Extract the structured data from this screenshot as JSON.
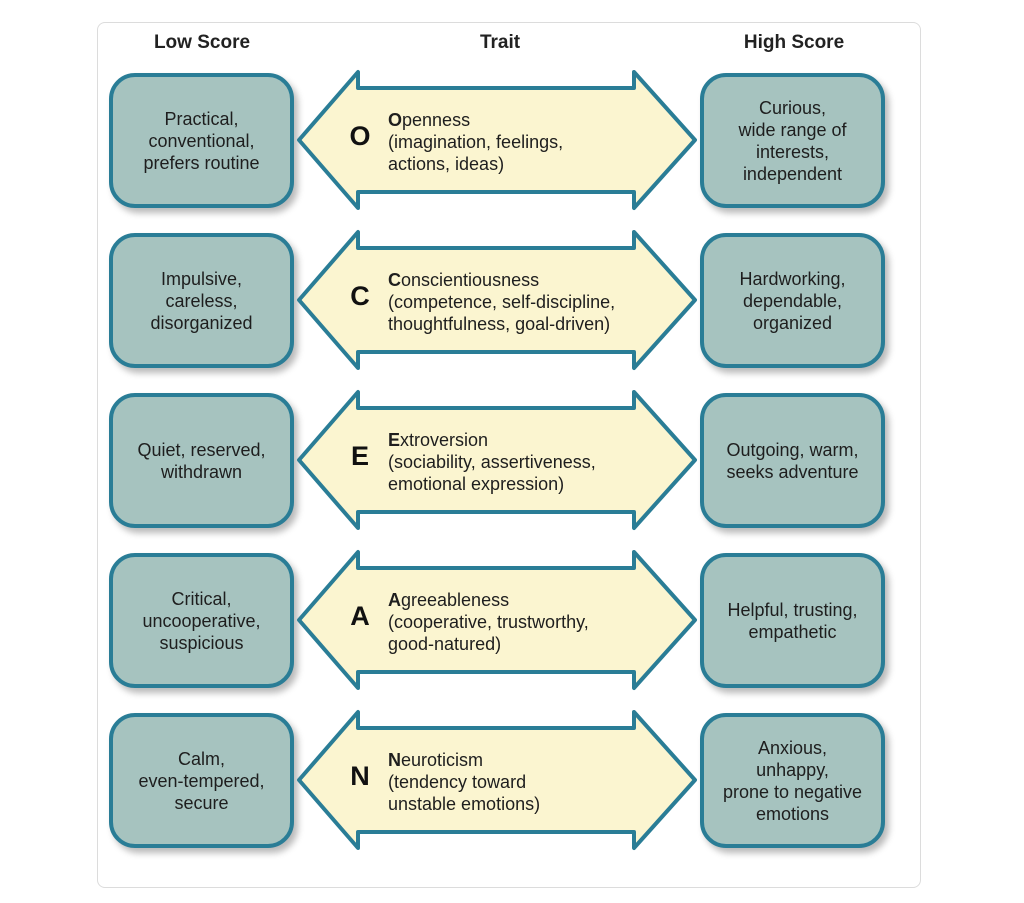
{
  "headers": {
    "low": "Low Score",
    "trait": "Trait",
    "high": "High Score"
  },
  "colors": {
    "box_fill": "#a6c3bf",
    "box_border": "#2a7d96",
    "arrow_fill": "#fbf5d0",
    "arrow_border": "#2a7d96"
  },
  "traits": [
    {
      "letter": "O",
      "name_first": "O",
      "name_rest": "penness",
      "description": "(imagination, feelings,\nactions, ideas)",
      "low": "Practical,\nconventional,\nprefers routine",
      "high": "Curious,\nwide range of\ninterests,\nindependent"
    },
    {
      "letter": "C",
      "name_first": "C",
      "name_rest": "onscientiousness",
      "description": "(competence, self-discipline,\nthoughtfulness, goal-driven)",
      "low": "Impulsive,\ncareless,\ndisorganized",
      "high": "Hardworking,\ndependable,\norganized"
    },
    {
      "letter": "E",
      "name_first": "E",
      "name_rest": "xtroversion",
      "description": "(sociability, assertiveness,\nemotional expression)",
      "low": "Quiet, reserved,\nwithdrawn",
      "high": "Outgoing, warm,\nseeks adventure"
    },
    {
      "letter": "A",
      "name_first": "A",
      "name_rest": "greeableness",
      "description": "(cooperative, trustworthy,\ngood-natured)",
      "low": "Critical,\nuncooperative,\nsuspicious",
      "high": "Helpful, trusting,\nempathetic"
    },
    {
      "letter": "N",
      "name_first": "N",
      "name_rest": "euroticism",
      "description": "(tendency toward\nunstable emotions)",
      "low": "Calm,\neven-tempered,\nsecure",
      "high": "Anxious,\nunhappy,\nprone to negative\nemotions"
    }
  ]
}
